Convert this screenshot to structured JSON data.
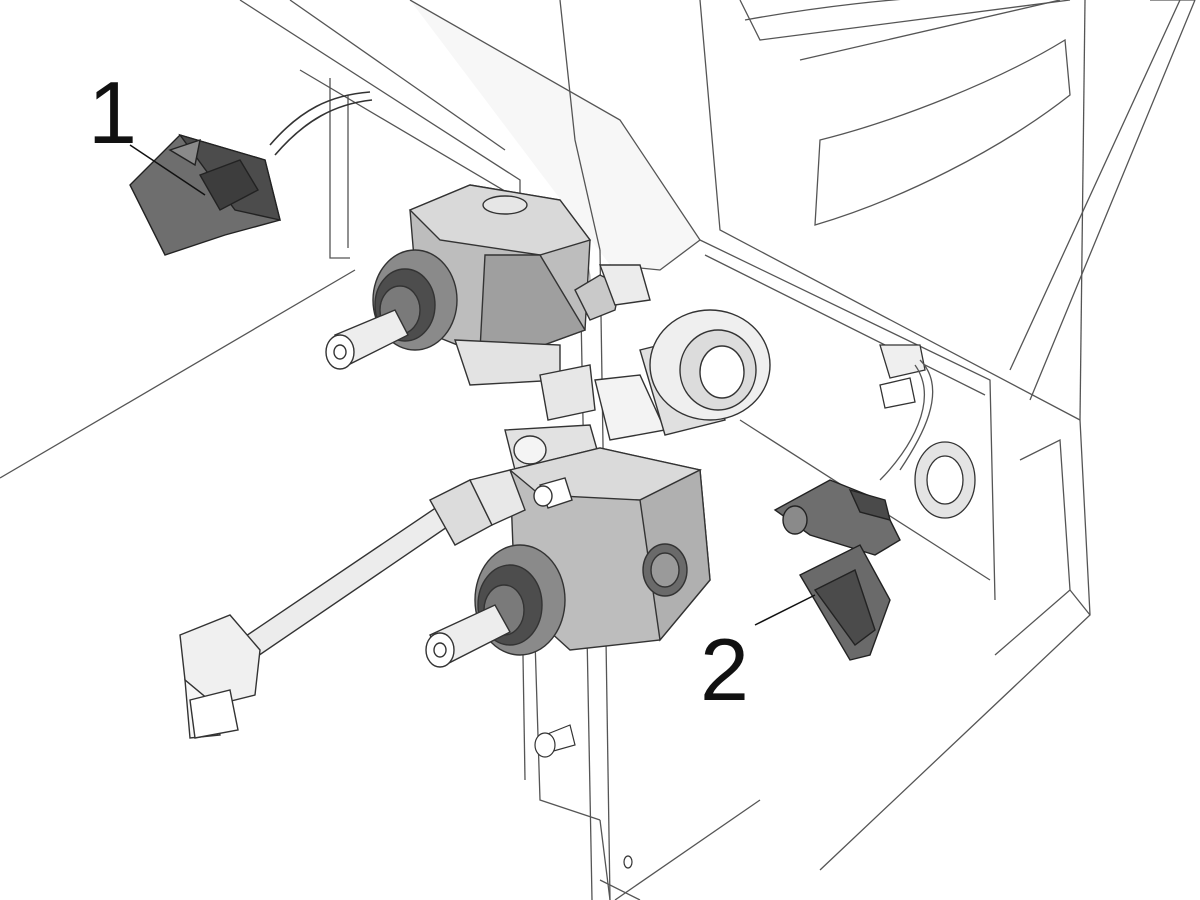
{
  "diagram": {
    "callouts": [
      {
        "id": 1,
        "label": "1"
      },
      {
        "id": 2,
        "label": "2"
      }
    ],
    "colors": {
      "background": "#ffffff",
      "outline": "#3a3a3a",
      "light_outline": "#9a9a9a",
      "housing_fill": "#f2f2f2",
      "solenoid_fill": "#cfcfcf",
      "solenoid_dark": "#9e9e9e",
      "sensor_fill": "#6f6f6f",
      "sensor_dark": "#4a4a4a",
      "callout_text": "#111111"
    },
    "icons": [
      "solenoid-valve-icon",
      "temperature-sensor-icon",
      "connector-icon",
      "fitting-icon",
      "screw-icon"
    ]
  }
}
